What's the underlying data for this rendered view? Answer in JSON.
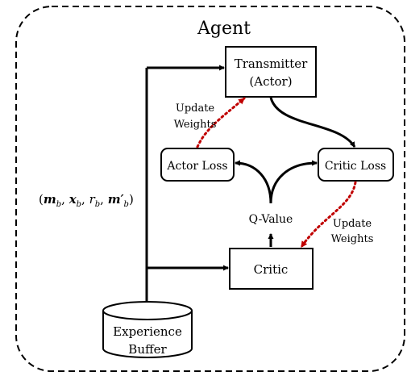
{
  "agent": {
    "title": "Agent"
  },
  "nodes": {
    "transmitter": {
      "line1": "Transmitter",
      "line2": "(Actor)"
    },
    "actor_loss": {
      "label": "Actor Loss"
    },
    "critic_loss": {
      "label": "Critic Loss"
    },
    "critic": {
      "label": "Critic"
    },
    "experience_buffer": {
      "line1": "Experience",
      "line2": "Buffer"
    }
  },
  "edge_labels": {
    "update_weights_actor": {
      "line1": "Update",
      "line2": "Weights"
    },
    "update_weights_critic": {
      "line1": "Update",
      "line2": "Weights"
    },
    "q_value": "Q-Value"
  },
  "buffer_tuple": {
    "open": "(",
    "m": "m",
    "sub_b1": "b",
    "sep1": ", ",
    "x": "x",
    "sub_b2": "b",
    "sep2": ", ",
    "r": "r",
    "sub_b3": "b",
    "sep3": ", ",
    "mp": "m′",
    "sub_b4": "b",
    "close": ")"
  },
  "colors": {
    "line": "#000000",
    "update_arrow": "#c00000"
  }
}
